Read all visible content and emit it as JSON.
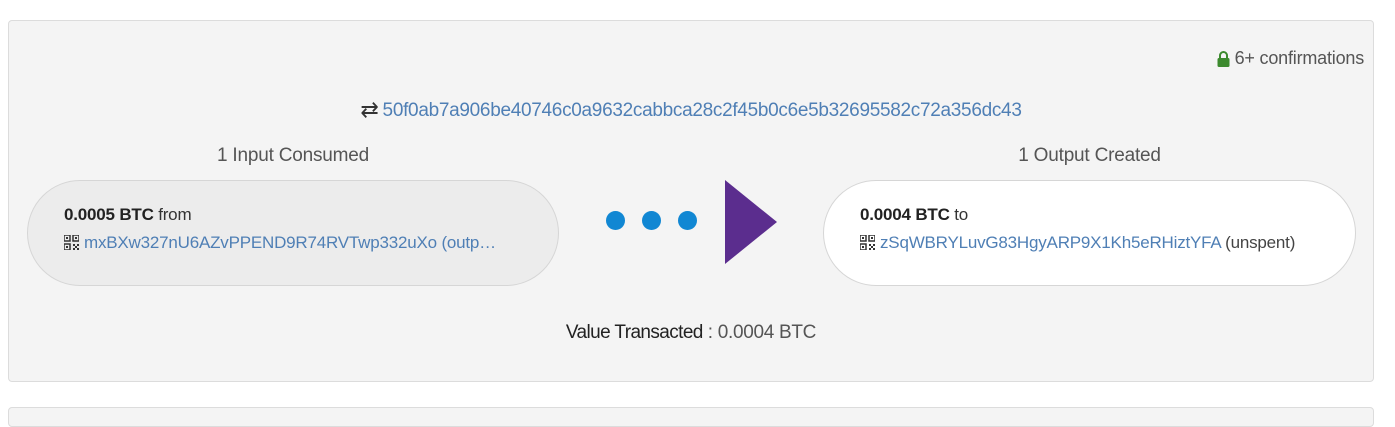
{
  "transaction": {
    "confirmations": "6+ confirmations",
    "txid": "50f0ab7a906be40746c0a9632cabbca28c2f45b0c6e5b32695582c72a356dc43",
    "inputs_heading": "1 Input Consumed",
    "outputs_heading": "1 Output Created",
    "input": {
      "amount": "0.0005 BTC",
      "direction": "from",
      "address": "mxBXw327nU6AZvPPEND9R74RVTwp332uXo",
      "note": "(outp…"
    },
    "output": {
      "amount": "0.0004 BTC",
      "direction": "to",
      "address": "zSqWBRYLuvG83HgyARP9X1Kh5eRHiztYFA",
      "note": "(unspent)"
    },
    "value_label": "Value Transacted",
    "value_separator": " : ",
    "value_amount": "0.0004 BTC"
  },
  "icons": {
    "lock": "lock-icon",
    "swap": "swap-arrows-icon",
    "qr": "qr-code-icon",
    "arrow": "arrow-right-icon"
  },
  "colors": {
    "link": "#4f7fb5",
    "confirm_green": "#3c8a2e",
    "dot_blue": "#1187d3",
    "arrow_purple": "#5b2d8e"
  }
}
